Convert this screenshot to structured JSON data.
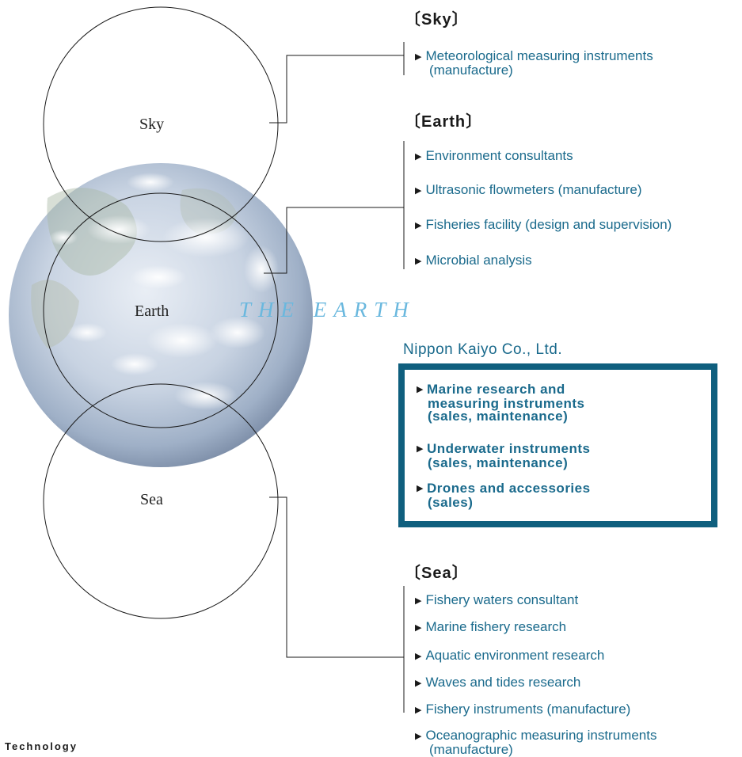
{
  "circles": {
    "sky": "Sky",
    "earth": "Earth",
    "sea": "Sea"
  },
  "watermark": "THE EARTH",
  "sky_section": {
    "heading": "〔Sky〕",
    "items": [
      {
        "line1": "Meteorological measuring instruments",
        "line2": "(manufacture)"
      }
    ]
  },
  "earth_section": {
    "heading": "〔Earth〕",
    "items": [
      "Environment consultants",
      "Ultrasonic flowmeters (manufacture)",
      "Fisheries facility (design and supervision)",
      "Microbial analysis"
    ]
  },
  "company": {
    "name": "Nippon Kaiyo Co., Ltd.",
    "items": [
      {
        "line1": "Marine research and",
        "line2": "measuring instruments",
        "line3": "(sales, maintenance)"
      },
      {
        "line1": "Underwater instruments",
        "line2": "(sales, maintenance)"
      },
      {
        "line1": "Drones and accessories",
        "line2": "(sales)"
      }
    ],
    "border_color": "#0f5f7e"
  },
  "sea_section": {
    "heading": "〔Sea〕",
    "items": [
      "Fishery waters consultant",
      "Marine fishery research",
      "Aquatic environment research",
      "Waves and tides research",
      "Fishery instruments (manufacture)"
    ],
    "last_item": {
      "line1": "Oceanographic measuring instruments",
      "line2": "(manufacture)"
    }
  },
  "footer": "Technology",
  "colors": {
    "accent_text": "#1a6a8c",
    "watermark": "#6ab8de"
  }
}
